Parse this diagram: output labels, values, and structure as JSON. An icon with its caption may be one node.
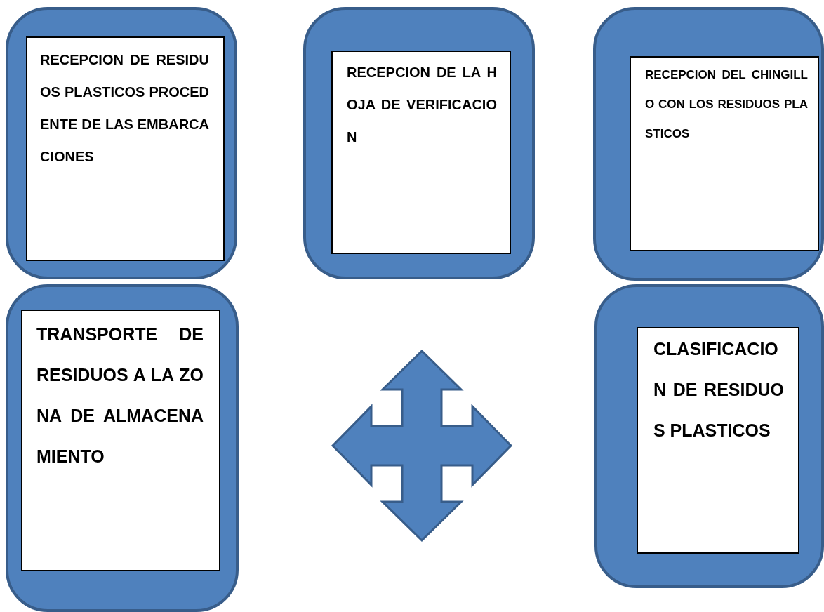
{
  "diagram": {
    "nodes": [
      {
        "text": [
          "RECEPCION DE RESIDUOS PLASTICOS PROCEDENTE DE LAS EMBARCACIONES"
        ]
      },
      {
        "text": [
          "RECEPCION DE LA HOJA DE VERIFICACION"
        ]
      },
      {
        "text": [
          "RECEPCION DEL CHINGILLO CON LOS RESIDUOS PLASTICOS"
        ]
      },
      {
        "text": [
          "TRANSPORTE DE RESIDUOS A LA ZONA DE ALMACENAMIENTO"
        ]
      },
      {
        "text": [
          "CLASIFICACION DE RESIDUOS PLASTICOS"
        ]
      },
      {
        "text": [],
        "shape": "arrow"
      }
    ],
    "edges": []
  }
}
